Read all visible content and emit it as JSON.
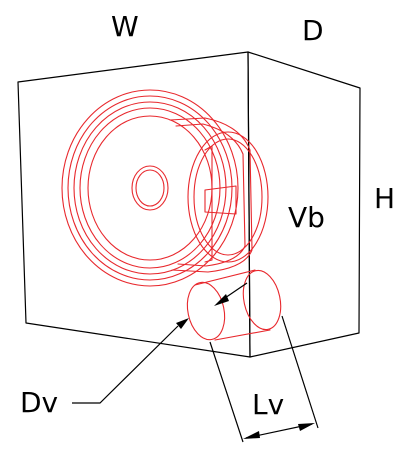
{
  "labels": {
    "width": "W",
    "depth": "D",
    "height": "H",
    "volume": "Vb",
    "vent_diameter": "Dv",
    "vent_length": "Lv"
  },
  "colors": {
    "outline": "#000000",
    "speaker": "#e8282d",
    "background": "#ffffff"
  }
}
